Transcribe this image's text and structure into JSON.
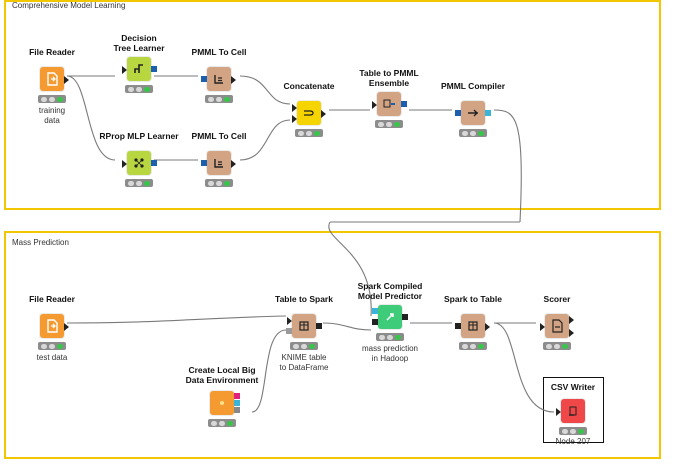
{
  "annotations": {
    "top": {
      "label": "Comprehensive Model Learning"
    },
    "bottom": {
      "label": "Mass Prediction"
    }
  },
  "nodes": {
    "file_reader_1": {
      "title": "File Reader",
      "sub": "training\ndata",
      "color": "#f59a30",
      "icon": "file-reader-icon"
    },
    "decision_tree": {
      "title": "Decision\nTree Learner",
      "color": "#b8d640",
      "icon": "tree-learner-icon"
    },
    "pmml_cell_1": {
      "title": "PMML To Cell",
      "color": "#d3a484",
      "icon": "pmml-to-cell-icon"
    },
    "rprop": {
      "title": "RProp MLP Learner",
      "color": "#b8d640",
      "icon": "mlp-learner-icon"
    },
    "pmml_cell_2": {
      "title": "PMML To Cell",
      "color": "#d3a484",
      "icon": "pmml-to-cell-icon"
    },
    "concatenate": {
      "title": "Concatenate",
      "color": "#f5d400",
      "icon": "concatenate-icon"
    },
    "table_to_pmml": {
      "title": "Table to PMML\nEnsemble",
      "color": "#d3a484",
      "icon": "table-to-pmml-icon"
    },
    "pmml_compiler": {
      "title": "PMML Compiler",
      "color": "#d3a484",
      "icon": "pmml-compiler-icon"
    },
    "file_reader_2": {
      "title": "File Reader",
      "sub": "test data",
      "color": "#f59a30",
      "icon": "file-reader-icon"
    },
    "table_to_spark": {
      "title": "Table to Spark",
      "sub": "KNIME table\nto DataFrame",
      "color": "#d3a484",
      "icon": "table-to-spark-icon"
    },
    "create_local": {
      "title": "Create Local Big\nData Environment",
      "color": "#f59a30",
      "icon": "big-data-env-icon"
    },
    "spark_predictor": {
      "title": "Spark Compiled\nModel Predictor",
      "sub": "mass prediction\nin Hadoop",
      "color": "#3ecb7a",
      "icon": "spark-predictor-icon"
    },
    "spark_to_table": {
      "title": "Spark to Table",
      "color": "#d3a484",
      "icon": "spark-to-table-icon"
    },
    "scorer": {
      "title": "Scorer",
      "color": "#d3a484",
      "icon": "scorer-icon"
    },
    "csv_writer": {
      "title": "CSV Writer",
      "sub": "Node 207",
      "color": "#f04848",
      "icon": "csv-writer-icon"
    }
  }
}
